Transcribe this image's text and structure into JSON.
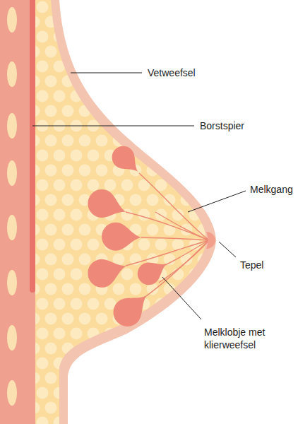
{
  "diagram": {
    "labels": [
      "Vetweefsel",
      "Borstspier",
      "Melkgang",
      "Tepel",
      "Melklobje met klierweefsel"
    ]
  }
}
